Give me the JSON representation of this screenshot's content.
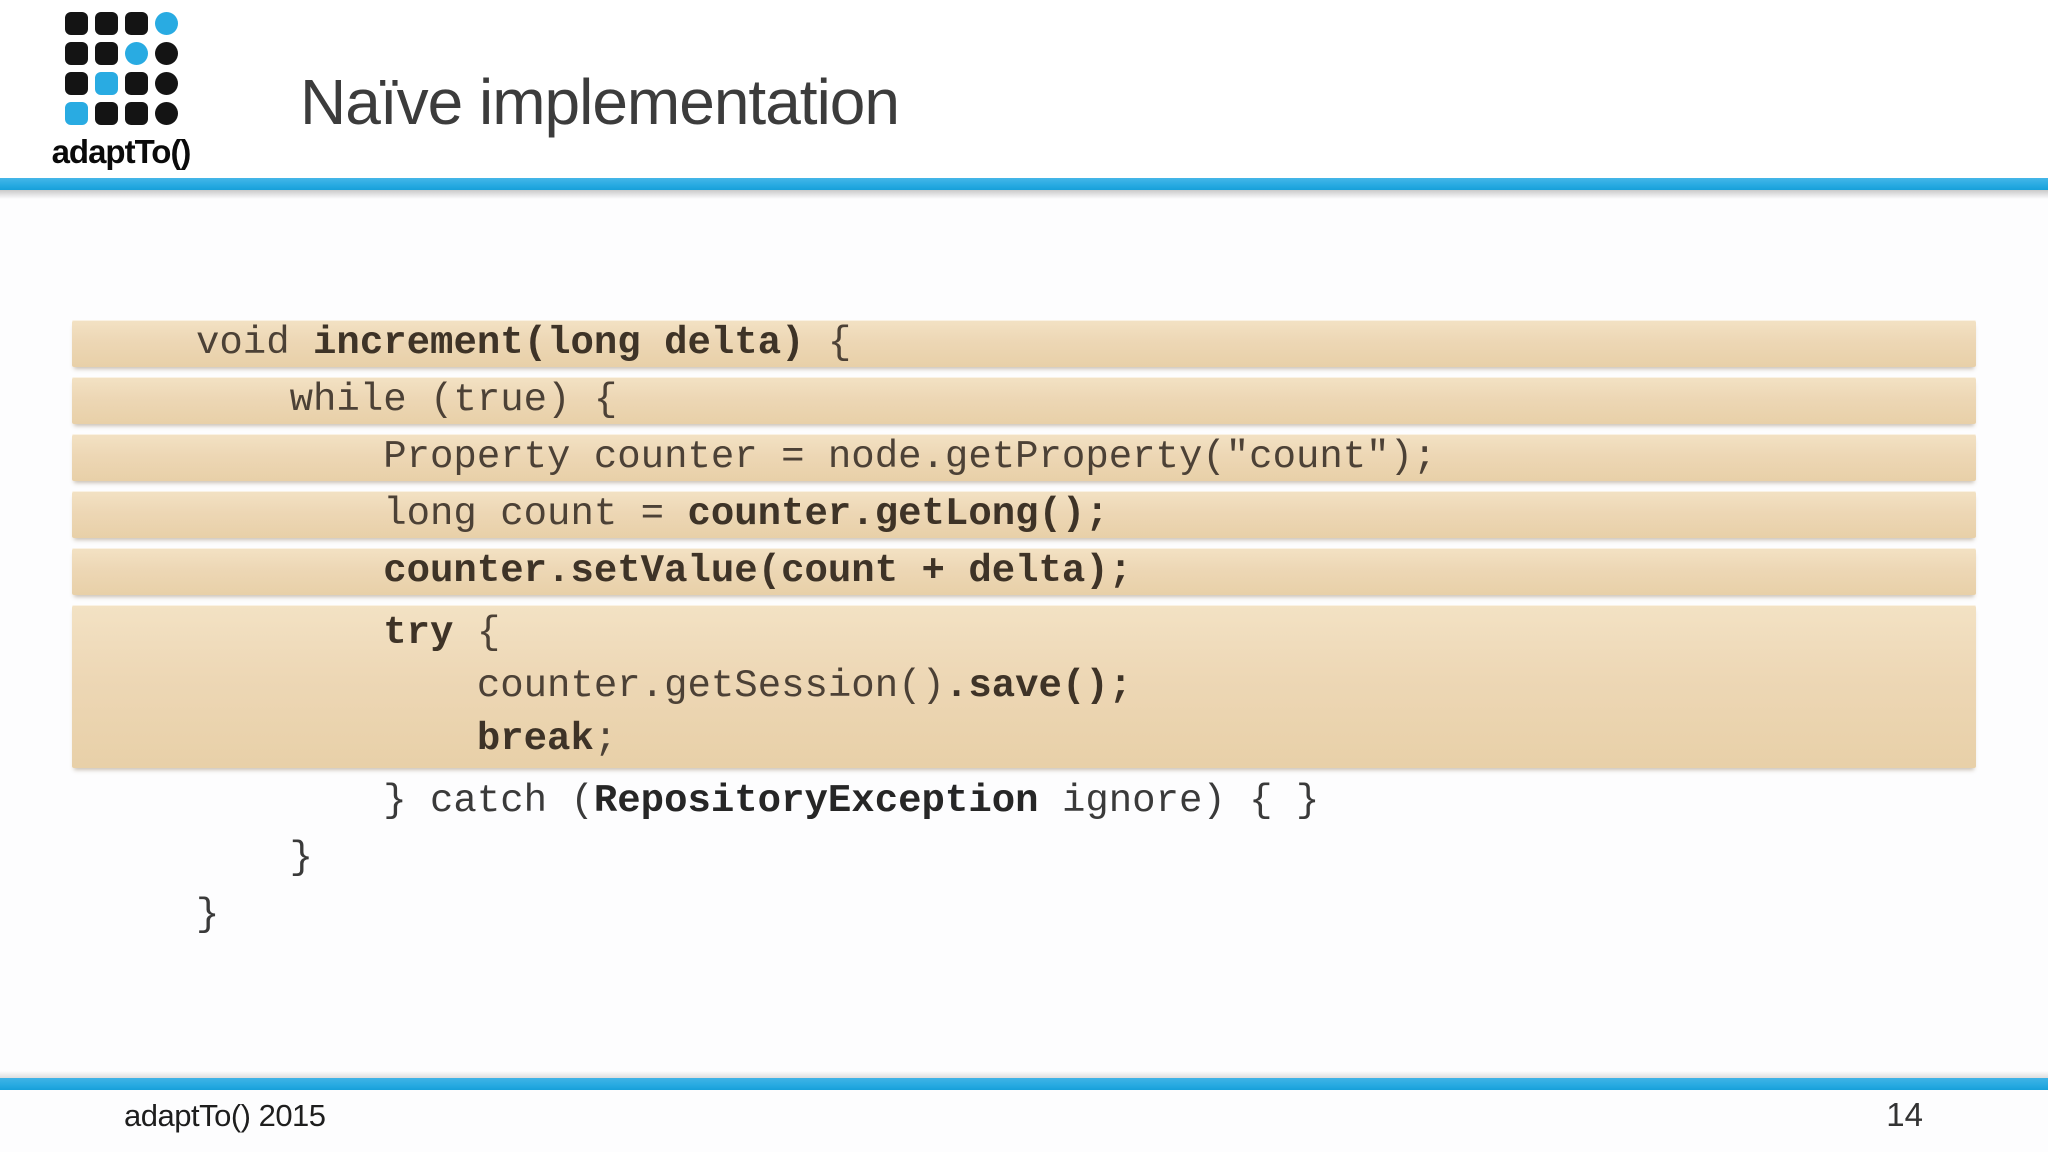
{
  "logo": {
    "text": "adaptTo()",
    "grid": [
      [
        "ksq",
        "ksq",
        "ksq",
        "bci"
      ],
      [
        "ksq",
        "ksq",
        "bci",
        "kci"
      ],
      [
        "ksq",
        "bsq",
        "ksq",
        "kci"
      ],
      [
        "bsq",
        "ksq",
        "ksq",
        "kci"
      ]
    ]
  },
  "title": "Naïve implementation",
  "colors": {
    "accent_blue": "#29abe2",
    "highlight_tan": "#edd7b5",
    "code_text_brown": "#4c4136",
    "code_text_bold": "#3e3327",
    "code_text_plain": "#3a3a3a"
  },
  "code": {
    "lines": [
      {
        "indent": 0,
        "bg": "bar",
        "parts": [
          {
            "t": "void ",
            "b": false
          },
          {
            "t": "increment(long delta)",
            "b": true
          },
          {
            "t": " {",
            "b": false
          }
        ]
      },
      {
        "indent": 4,
        "bg": "bar",
        "parts": [
          {
            "t": "while (true) {",
            "b": false
          }
        ]
      },
      {
        "indent": 8,
        "bg": "bar",
        "parts": [
          {
            "t": "Property counter = node.getProperty(\"count\");",
            "b": false
          }
        ]
      },
      {
        "indent": 8,
        "bg": "bar",
        "parts": [
          {
            "t": "long count = ",
            "b": false
          },
          {
            "t": "counter.getLong();",
            "b": true
          }
        ]
      },
      {
        "indent": 8,
        "bg": "bar",
        "parts": [
          {
            "t": "counter.setValue(count + delta);",
            "b": true
          }
        ]
      },
      {
        "indent": 8,
        "bg": "group",
        "parts": [
          {
            "t": "try",
            "b": true
          },
          {
            "t": " {",
            "b": false
          }
        ]
      },
      {
        "indent": 12,
        "bg": "group",
        "parts": [
          {
            "t": "counter.getSession()",
            "b": false
          },
          {
            "t": ".save();",
            "b": true
          }
        ]
      },
      {
        "indent": 12,
        "bg": "group",
        "parts": [
          {
            "t": "break",
            "b": true
          },
          {
            "t": ";",
            "b": false
          }
        ]
      },
      {
        "indent": 8,
        "bg": "none",
        "parts": [
          {
            "t": "} catch (",
            "b": false
          },
          {
            "t": "RepositoryException",
            "b": true
          },
          {
            "t": " ignore) { }",
            "b": false
          }
        ]
      },
      {
        "indent": 4,
        "bg": "none",
        "parts": [
          {
            "t": "}",
            "b": false
          }
        ]
      },
      {
        "indent": 0,
        "bg": "none",
        "parts": [
          {
            "t": "}",
            "b": false
          }
        ]
      }
    ]
  },
  "footer": {
    "left": "adaptTo() 2015",
    "page": "14"
  }
}
